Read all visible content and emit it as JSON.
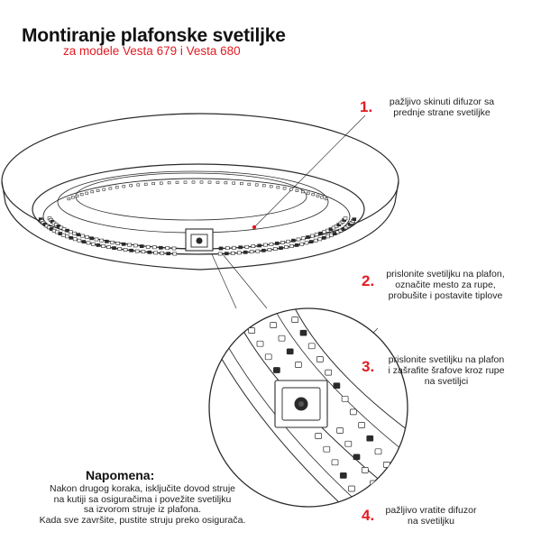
{
  "header": {
    "title": "Montiranje plafonske svetiljke",
    "subtitle": "za modele Vesta 679 i Vesta 680"
  },
  "steps": [
    {
      "number": "1.",
      "lines": [
        "pažljivo skinuti difuzor sa",
        "prednje strane svetiljke"
      ]
    },
    {
      "number": "2.",
      "lines": [
        "prislonite svetiljku na plafon,",
        "označite mesto za rupe,",
        "probušite i postavite tiplove"
      ]
    },
    {
      "number": "3.",
      "lines": [
        "prislonite svetiljku na plafon",
        "i zašrafite šrafove kroz rupe",
        "na svetiljci"
      ]
    },
    {
      "number": "4.",
      "lines": [
        "pažljivo vratite difuzor",
        "na svetiljku"
      ]
    }
  ],
  "note": {
    "title": "Napomena:",
    "lines": [
      "Nakon drugog koraka, isključite dovod struje",
      "na kutiji sa osiguračima i povežite svetiljku",
      "sa izvorom struje iz plafona.",
      "Kada sve završite, pustite struju preko osigurača."
    ]
  },
  "colors": {
    "accent": "#e31b23",
    "text": "#222222",
    "line_art": "#2a2a2a"
  },
  "icons": [
    "ceiling-lamp-illustration",
    "magnifier-detail-icon",
    "mounting-plate-icon"
  ]
}
